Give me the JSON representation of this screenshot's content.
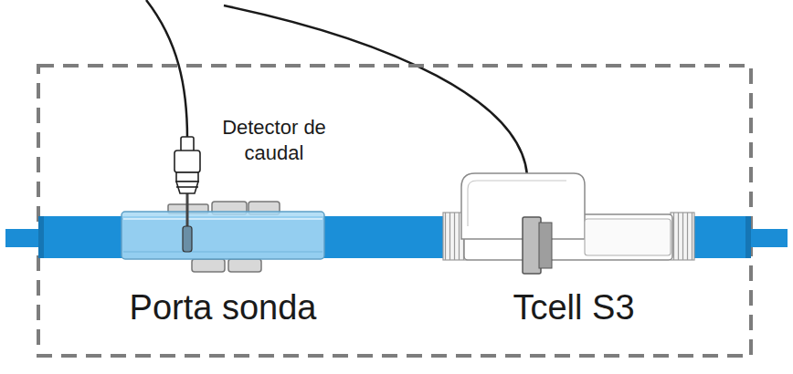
{
  "diagram": {
    "labels": [
      "Detector de caudal",
      "Porta sonda",
      "Tcell S3"
    ]
  }
}
